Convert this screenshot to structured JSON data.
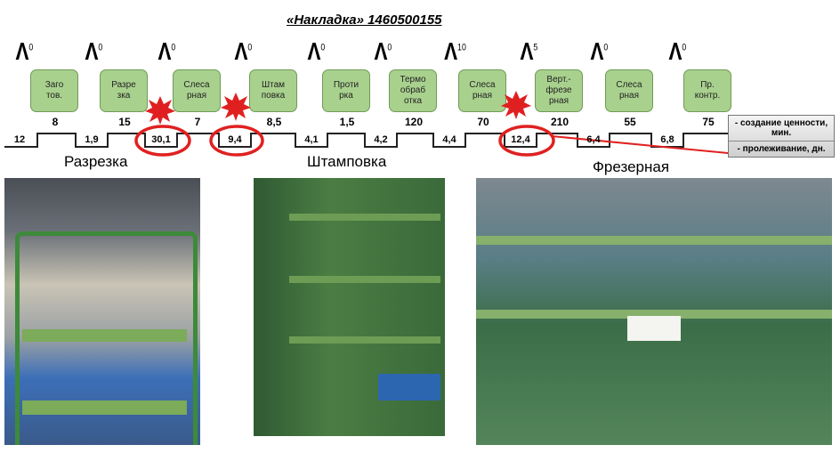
{
  "title": "«Накладка» 1460500155",
  "operations": [
    {
      "label": "Заго\nтов.",
      "queue": "0",
      "value_min": "8"
    },
    {
      "label": "Разре\nзка",
      "queue": "0",
      "value_min": "15"
    },
    {
      "label": "Слеса\nрная",
      "queue": "0",
      "value_min": "7"
    },
    {
      "label": "Штам\nповка",
      "queue": "0",
      "value_min": "8,5"
    },
    {
      "label": "Проти\nрка",
      "queue": "0",
      "value_min": "1,5"
    },
    {
      "label": "Термо\nобраб\nотка",
      "queue": "0",
      "value_min": "120"
    },
    {
      "label": "Слеса\nрная",
      "queue": "10",
      "value_min": "70"
    },
    {
      "label": "Верт.-\nфрезе\nрная",
      "queue": "5",
      "value_min": "210"
    },
    {
      "label": "Слеса\nрная",
      "queue": "0",
      "value_min": "55"
    },
    {
      "label": "Пр.\nконтр.",
      "queue": "0",
      "value_min": "75"
    }
  ],
  "waiting_days": [
    "12",
    "1,9",
    "30,1",
    "9,4",
    "4,1",
    "4,2",
    "4,4",
    "12,4",
    "6,4",
    "6,8"
  ],
  "legend": {
    "value": "- создание ценности, мин.",
    "waiting": "- пролеживание, дн."
  },
  "sections": [
    "Разрезка",
    "Штамповка",
    "Фрезерная"
  ],
  "colors": {
    "box": "#a9d18e",
    "highlight": "#e02020"
  }
}
